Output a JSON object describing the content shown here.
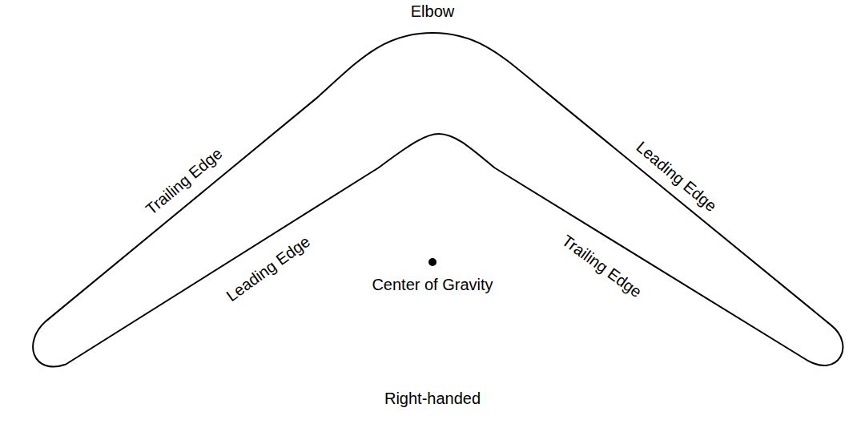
{
  "diagram": {
    "labels": [
      "Elbow",
      "Trailing Edge",
      "Leading Edge",
      "Leading Edge",
      "Center of Gravity",
      "Trailing Edge",
      "Right-handed"
    ]
  }
}
